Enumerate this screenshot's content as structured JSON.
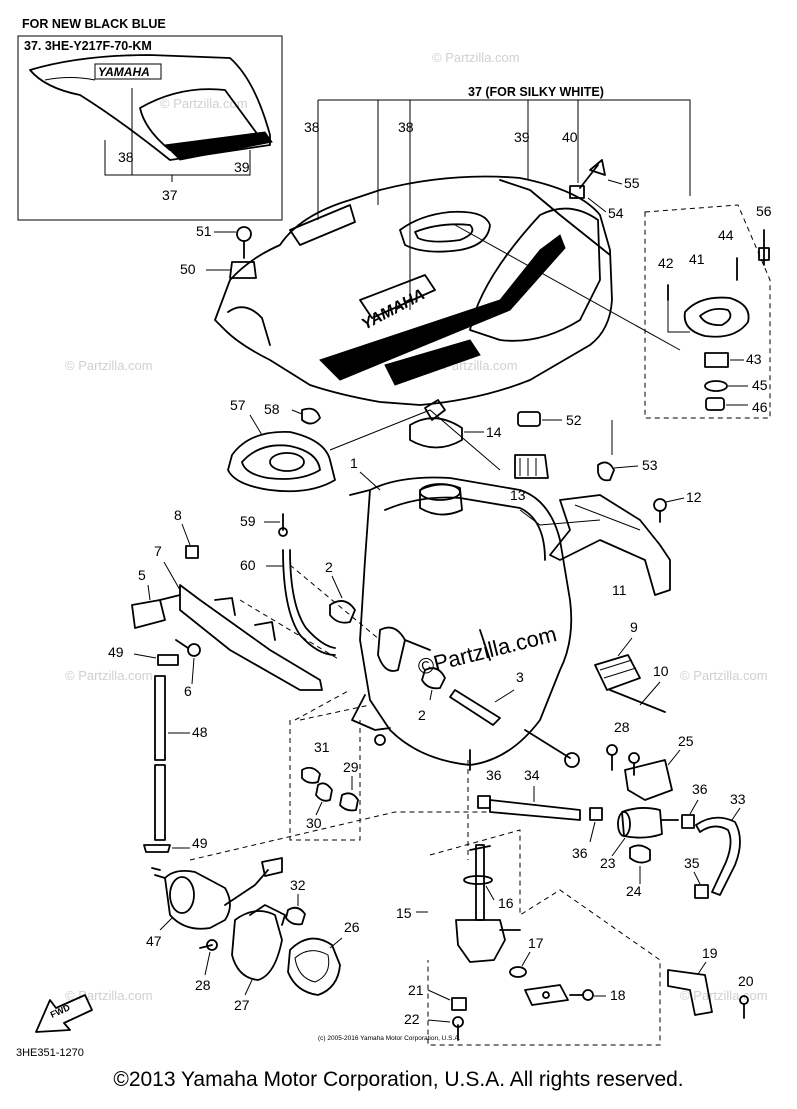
{
  "header": {
    "note_line1": "FOR NEW BLACK BLUE",
    "note_line2": "37. 3HE-Y217F-70-KM",
    "inset_logo": "YAMAHA",
    "silky_white": "37 (FOR SILKY WHITE)"
  },
  "tank_logo": "YAMAHA",
  "callouts": {
    "c1": "1",
    "c2a": "2",
    "c2b": "2",
    "c3": "3",
    "c5": "5",
    "c6": "6",
    "c7": "7",
    "c8": "8",
    "c9": "9",
    "c10": "10",
    "c11": "11",
    "c12": "12",
    "c13": "13",
    "c14": "14",
    "c15": "15",
    "c16": "16",
    "c17": "17",
    "c18": "18",
    "c19": "19",
    "c20": "20",
    "c21": "21",
    "c22": "22",
    "c23": "23",
    "c24": "24",
    "c25": "25",
    "c26": "26",
    "c27": "27",
    "c28a": "28",
    "c28b": "28",
    "c29": "29",
    "c30": "30",
    "c31": "31",
    "c32": "32",
    "c33": "33",
    "c34": "34",
    "c35": "35",
    "c36a": "36",
    "c36b": "36",
    "c36c": "36",
    "c37": "37",
    "c38a": "38",
    "c38b": "38",
    "c38c": "38",
    "c39a": "39",
    "c39b": "39",
    "c40": "40",
    "c41": "41",
    "c42": "42",
    "c43": "43",
    "c44": "44",
    "c45": "45",
    "c46": "46",
    "c47": "47",
    "c48": "48",
    "c49a": "49",
    "c49b": "49",
    "c50": "50",
    "c51": "51",
    "c52": "52",
    "c53": "53",
    "c54": "54",
    "c55": "55",
    "c56": "56",
    "c57": "57",
    "c58": "58",
    "c59": "59",
    "c60": "60"
  },
  "fwd_label": "FWD",
  "diagram_code": "3HE351-1270",
  "small_copyright": "(c) 2005-2016 Yamaha Motor Corporation, U.S.A.",
  "watermark": "© Partzilla.com",
  "watermark_center": "©Partzilla.com",
  "copyright": "©2013 Yamaha Motor Corporation, U.S.A. All rights reserved."
}
